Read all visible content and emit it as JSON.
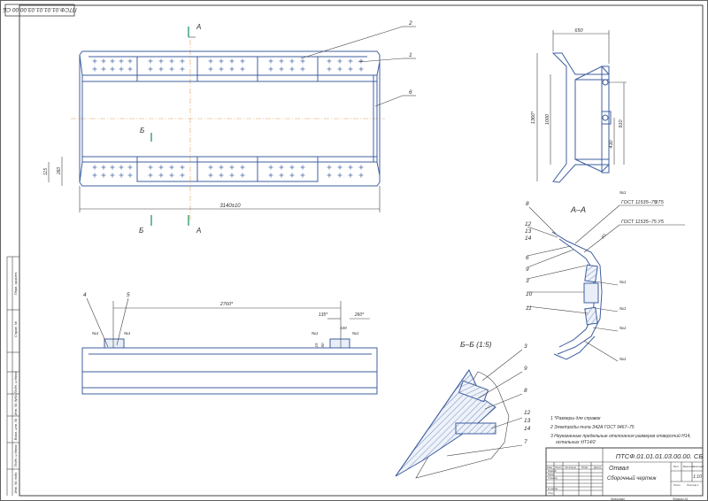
{
  "stamp_top": "ПТСФ.01.01.01.03.00.00 СБ",
  "doc_code": "ПТСФ.01.01.01.03.00.00. СБ",
  "part_title_1": "Отвал",
  "part_title_2": "Сборочный чертеж",
  "scale": "1:10",
  "sheet_label": "Лист",
  "sheets_label": "Листов 1",
  "mass_label": "Масса",
  "scale_label": "Масштаб",
  "lit_label": "Лит.",
  "copied_label": "Копировал",
  "format_label": "Формат А1",
  "section_aa": "А–А",
  "section_bb": "Б–Б (1:5)",
  "weld_1": "ГОСТ 11535–75 Т5",
  "weld_1_leg": "3",
  "weld_2": "ГОСТ 11535–75 У5",
  "weld_no": "№1",
  "cut_a": "А",
  "cut_b": "Б",
  "dims": {
    "overall_width": "3140±10",
    "top_depth": "650",
    "height_total": "1360*",
    "height_inner": "1000",
    "height_right": "910",
    "height_lower": "430",
    "side_height": "260",
    "side_small": "115",
    "bottom_span": "2760*",
    "bottom_135": "135*",
    "bottom_260": "260*",
    "bottom_100": "100",
    "bottom_15": "15",
    "bottom_50": "50",
    "r_60": "R1"
  },
  "callouts_top": [
    "2",
    "1",
    "6"
  ],
  "callouts_bottom": [
    "4",
    "5"
  ],
  "callouts_aa": [
    "8",
    "12",
    "13",
    "14",
    "6",
    "9",
    "3",
    "10",
    "11"
  ],
  "callouts_bb": [
    "3",
    "9",
    "8",
    "12",
    "13",
    "14",
    "7"
  ],
  "notes": [
    "1 *Размеры для справок",
    "2 Электроды типа Э42А ГОСТ 9467–75",
    "3 Неуказанные предельные отклонения размеров отверстий Н14,",
    "остальных ±IT14/2"
  ],
  "tb_headers": [
    "Изм",
    "Лист",
    "№ докум.",
    "Подп.",
    "Дата"
  ],
  "tb_roles": [
    "Разраб.",
    "Пров.",
    "Т.контр.",
    "Н.контр.",
    "Утв."
  ],
  "left_strip": [
    "Перв. примен.",
    "Справ. №",
    "Подп. и дата",
    "Инв. № дубл.",
    "Взам. инв. №",
    "Подп. и дата",
    "Инв. № подл."
  ]
}
